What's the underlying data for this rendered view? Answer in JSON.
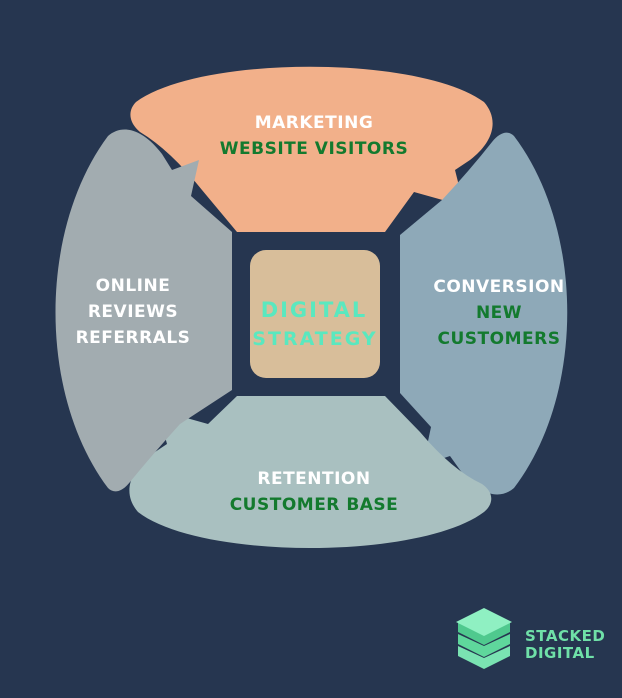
{
  "colors": {
    "background": "#263650",
    "marketing": "#F2B08A",
    "conversion": "#8EA9B8",
    "retention": "#A9C0C0",
    "reviews": "#A2ACB0",
    "center": "#D8BE9A",
    "white_text": "#FFFFFF",
    "green_text": "#137A2E",
    "mint_text": "#5AE8BF",
    "logo_green": "#6FE0A8"
  },
  "center": {
    "line1": "DIGITAL",
    "line2": "STRATEGY"
  },
  "segments": {
    "marketing": {
      "title": "MARKETING",
      "subtitle": "WEBSITE VISITORS"
    },
    "conversion": {
      "title": "CONVERSION",
      "subtitle_line1": "NEW",
      "subtitle_line2": "CUSTOMERS"
    },
    "retention": {
      "title": "RETENTION",
      "subtitle": "CUSTOMER BASE"
    },
    "reviews": {
      "line1": "ONLINE",
      "line2": "REVIEWS",
      "line3": "REFERRALS"
    }
  },
  "logo": {
    "line1": "STACKED",
    "line2": "DIGITAL",
    "icon": "stacked-layers-icon"
  }
}
